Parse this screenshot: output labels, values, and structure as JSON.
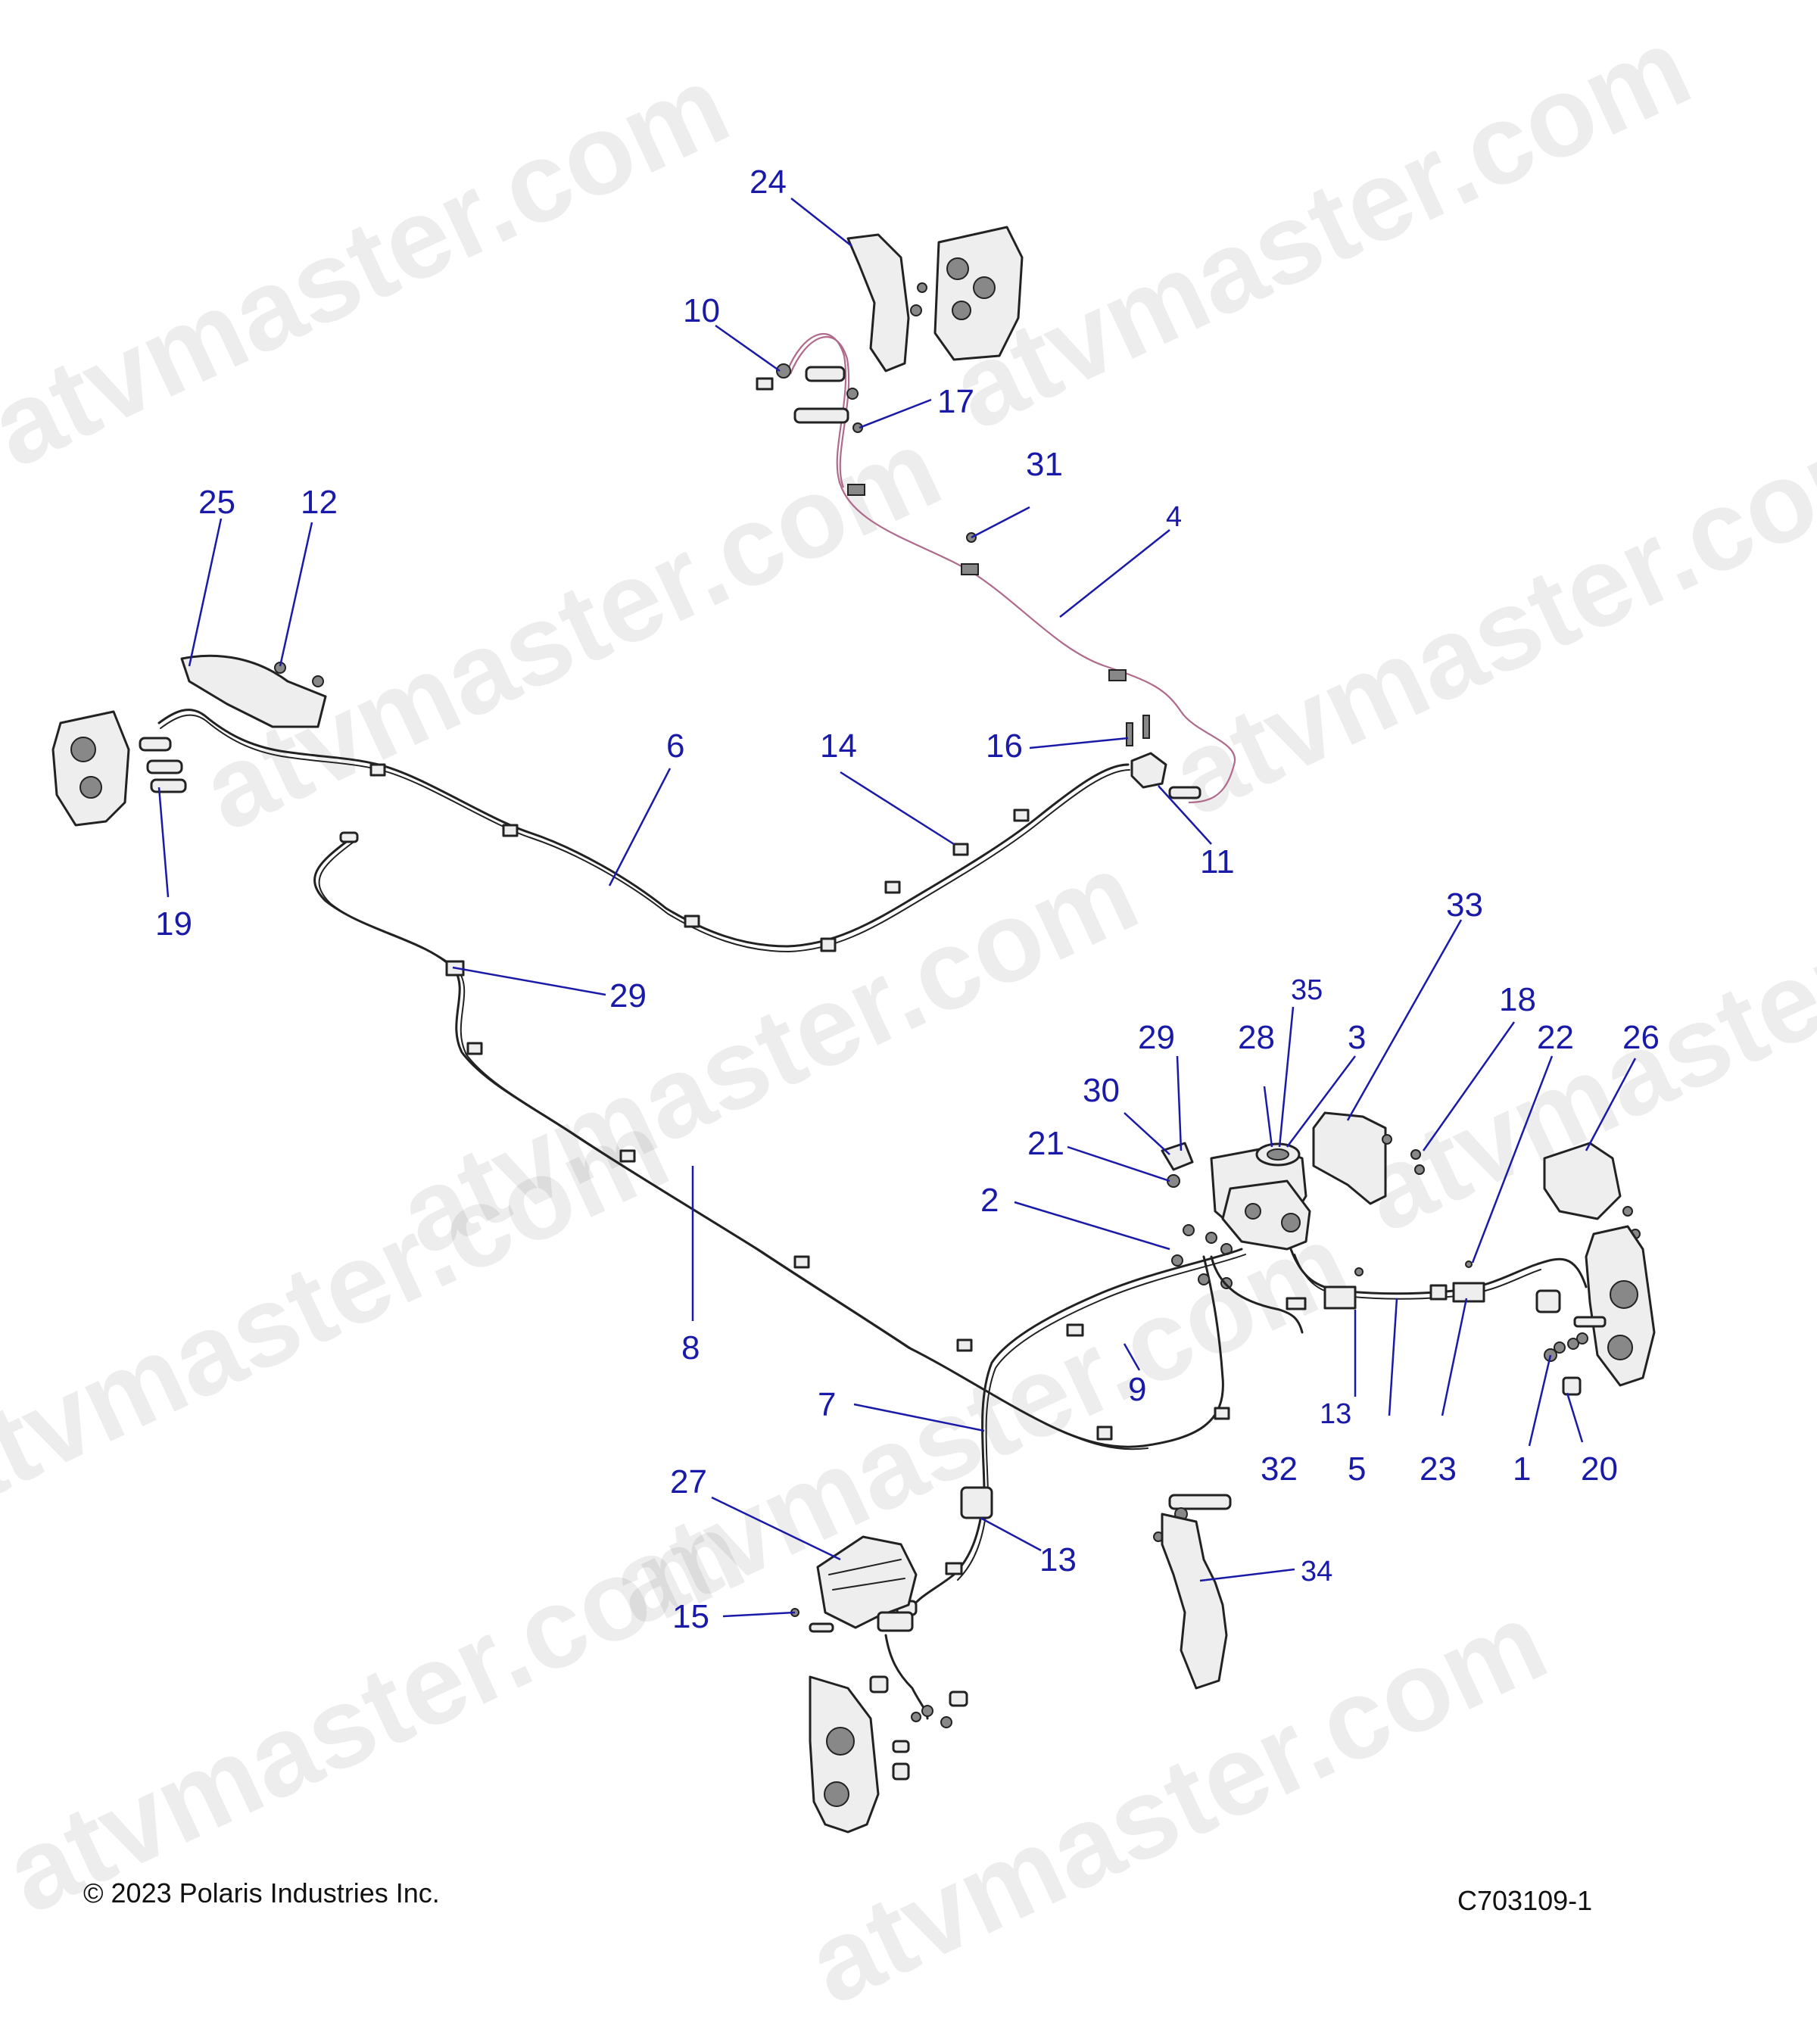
{
  "watermark": "atvmaster.com",
  "callouts": [
    {
      "id": "c24",
      "label": "24"
    },
    {
      "id": "c10",
      "label": "10"
    },
    {
      "id": "c17",
      "label": "17"
    },
    {
      "id": "c31",
      "label": "31"
    },
    {
      "id": "c4",
      "label": "4"
    },
    {
      "id": "c25",
      "label": "25"
    },
    {
      "id": "c12",
      "label": "12"
    },
    {
      "id": "c6",
      "label": "6"
    },
    {
      "id": "c14",
      "label": "14"
    },
    {
      "id": "c16",
      "label": "16"
    },
    {
      "id": "c11",
      "label": "11"
    },
    {
      "id": "c19",
      "label": "19"
    },
    {
      "id": "c29a",
      "label": "29"
    },
    {
      "id": "c33",
      "label": "33"
    },
    {
      "id": "c35",
      "label": "35"
    },
    {
      "id": "c29b",
      "label": "29"
    },
    {
      "id": "c28",
      "label": "28"
    },
    {
      "id": "c3",
      "label": "3"
    },
    {
      "id": "c18",
      "label": "18"
    },
    {
      "id": "c22",
      "label": "22"
    },
    {
      "id": "c26",
      "label": "26"
    },
    {
      "id": "c30",
      "label": "30"
    },
    {
      "id": "c21",
      "label": "21"
    },
    {
      "id": "c2",
      "label": "2"
    },
    {
      "id": "c8",
      "label": "8"
    },
    {
      "id": "c9",
      "label": "9"
    },
    {
      "id": "c13a",
      "label": "13"
    },
    {
      "id": "c7",
      "label": "7"
    },
    {
      "id": "c32",
      "label": "32"
    },
    {
      "id": "c5",
      "label": "5"
    },
    {
      "id": "c23",
      "label": "23"
    },
    {
      "id": "c1",
      "label": "1"
    },
    {
      "id": "c20",
      "label": "20"
    },
    {
      "id": "c27",
      "label": "27"
    },
    {
      "id": "c13b",
      "label": "13"
    },
    {
      "id": "c34",
      "label": "34"
    },
    {
      "id": "c15",
      "label": "15"
    }
  ],
  "footer": {
    "copyright": "© 2023 Polaris Industries Inc.",
    "diagram_id": "C703109-1"
  }
}
